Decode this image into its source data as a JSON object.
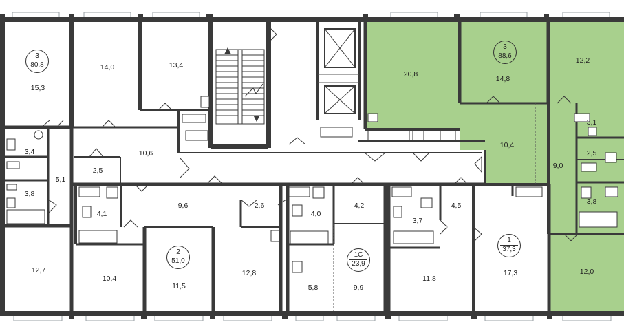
{
  "colors": {
    "highlight": "#a8d08d",
    "wall": "#3a3a3a",
    "thin_line": "#555555",
    "window": "#9aa0a6"
  },
  "apartments": [
    {
      "rooms": "3",
      "area": "80,8"
    },
    {
      "rooms": "3",
      "area": "88,6"
    },
    {
      "rooms": "2",
      "area": "51,0"
    },
    {
      "rooms": "1С",
      "area": "23,9"
    },
    {
      "rooms": "1",
      "area": "37,3"
    }
  ],
  "rooms": [
    "15,3",
    "14,0",
    "13,4",
    "20,8",
    "14,8",
    "12,2",
    "3,1",
    "2,5",
    "3,8",
    "9,0",
    "10,4",
    "3,4",
    "3,8",
    "5,1",
    "2,5",
    "10,6",
    "4,1",
    "9,6",
    "2,6",
    "4,0",
    "4,2",
    "3,7",
    "4,5",
    "12,7",
    "10,4",
    "11,5",
    "12,8",
    "5,8",
    "9,9",
    "11,8",
    "17,3",
    "12,0"
  ]
}
